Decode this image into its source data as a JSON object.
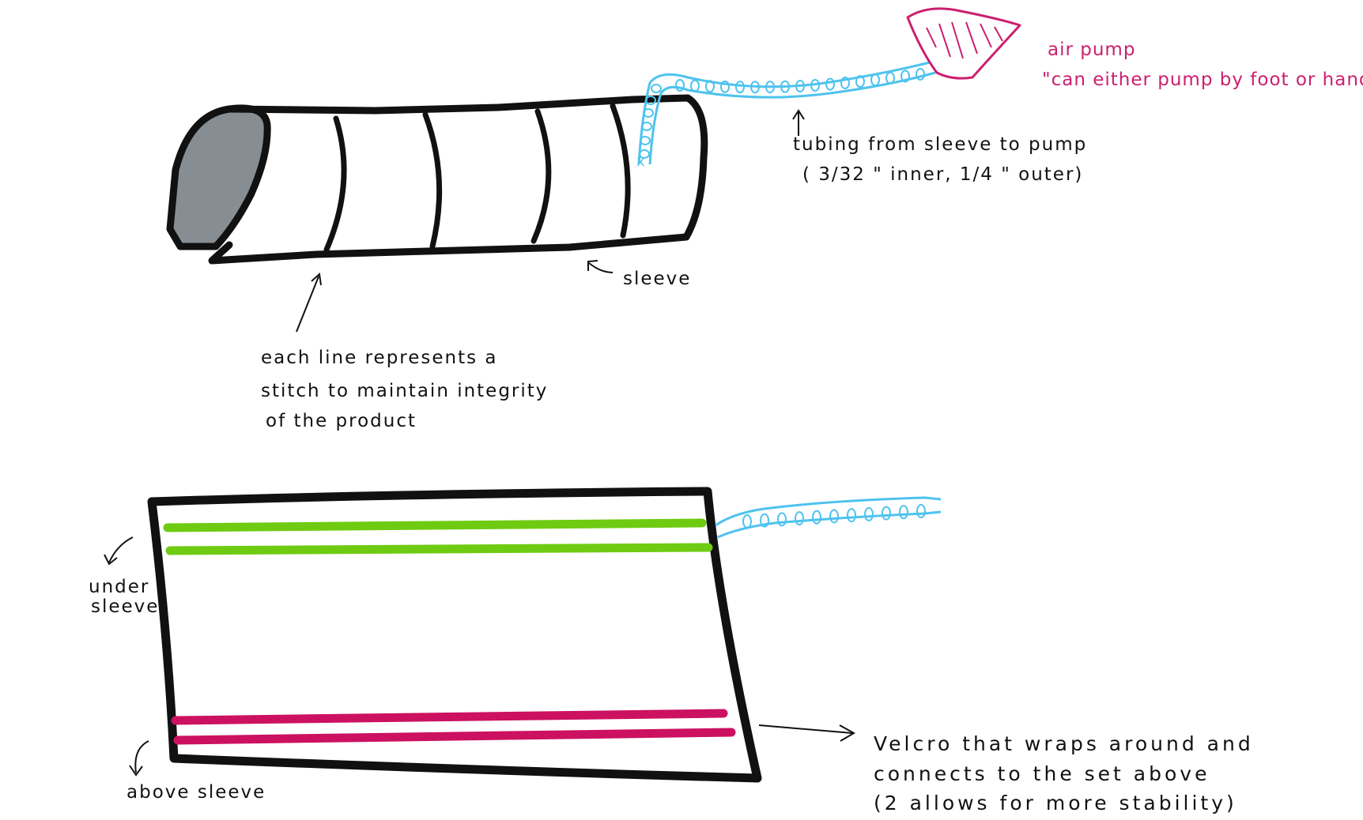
{
  "colors": {
    "ink": "#111111",
    "sleeve_end": "#868e93",
    "tubing": "#4ec3ee",
    "pump": "#cc1f6e",
    "velcro_under": "#6fcb12",
    "velcro_above": "#cc1160"
  },
  "labels": {
    "air_pump": "air pump",
    "air_pump_note": "\"can either pump by foot or hand\"",
    "tubing_line1": "tubing  from sleeve to pump",
    "tubing_line2": "( 3/32 \" inner,  1/4 \" outer)",
    "sleeve": "sleeve",
    "stitch_line1": "each line represents a",
    "stitch_line2": "stitch  to  maintain integrity",
    "stitch_line3": "of  the  product",
    "under_sleeve_1": "under",
    "under_sleeve_2": "sleeve",
    "above_sleeve": "above sleeve",
    "velcro_line1": "Velcro  that wraps around and",
    "velcro_line2": "connects  to the set above",
    "velcro_line3": "(2 allows for more stability)"
  }
}
